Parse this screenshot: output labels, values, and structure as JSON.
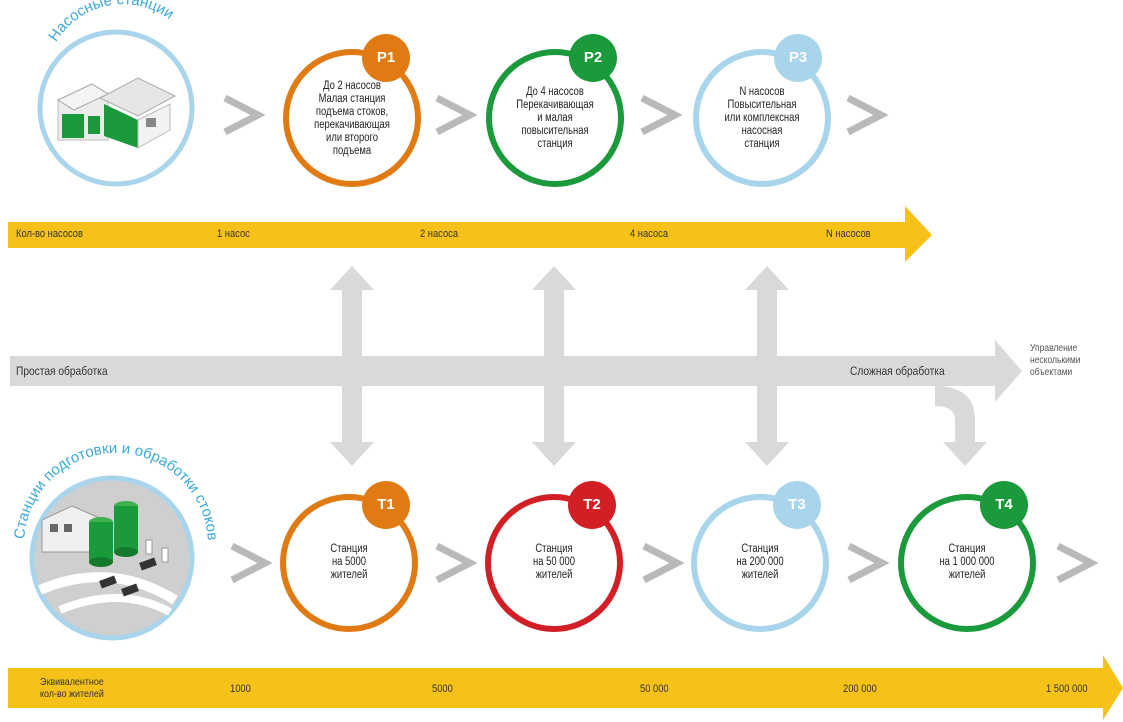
{
  "pumping": {
    "title": "Насосные станции",
    "axis_labels": [
      "Кол-во насосов",
      "1 насос",
      "2 насоса",
      "4 насоса",
      "N насосов"
    ],
    "stations": [
      {
        "badge": "P1",
        "lines": [
          "До 2 насосов",
          "Малая станция",
          "подъема стоков,",
          "перекачивающая",
          "или второго",
          "подъема"
        ],
        "color": "#e07a12"
      },
      {
        "badge": "P2",
        "lines": [
          "До 4 насосов",
          "Перекачивающая",
          "и малая",
          "повысительная",
          "станция"
        ],
        "color": "#1a9a3a"
      },
      {
        "badge": "P3",
        "lines": [
          "N насосов",
          "Повысительная",
          "или комплексная",
          "насосная",
          "станция"
        ],
        "color": "#a8d4ec"
      }
    ]
  },
  "processing": {
    "left_label": "Простая обработка",
    "right_label": "Сложная обработка",
    "end_label_lines": [
      "Управление",
      "несколькими",
      "объектами"
    ]
  },
  "treatment": {
    "title": "Станции подготовки и обработки стоков",
    "axis_label_lines": [
      "Эквивалентное",
      "кол-во жителей"
    ],
    "axis_labels": [
      "1000",
      "5000",
      "50 000",
      "200 000",
      "1 500 000"
    ],
    "stations": [
      {
        "badge": "T1",
        "lines": [
          "Станция",
          "на 5000",
          "жителей"
        ],
        "color": "#e07a12"
      },
      {
        "badge": "T2",
        "lines": [
          "Станция",
          "на 50 000",
          "жителей"
        ],
        "color": "#d21f26"
      },
      {
        "badge": "T3",
        "lines": [
          "Станция",
          "на 200 000",
          "жителей"
        ],
        "color": "#a8d4ec"
      },
      {
        "badge": "T4",
        "lines": [
          "Станция",
          "на 1 000 000",
          "жителей"
        ],
        "color": "#1a9a3a"
      }
    ]
  },
  "colors": {
    "bar": "#f6c21a",
    "gray": "#d8d8d8",
    "chevron": "#b9b9b9",
    "blue_text": "#3aa9d8"
  }
}
